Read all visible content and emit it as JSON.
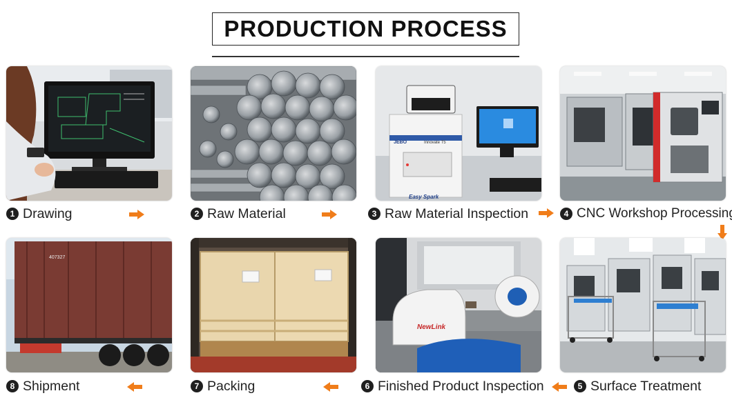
{
  "title": "PRODUCTION PROCESS",
  "accent_color": "#f07d1a",
  "steps": [
    {
      "number": "1",
      "label": "Drawing",
      "photo": "engineer-cad-workstation"
    },
    {
      "number": "2",
      "label": "Raw Material",
      "photo": "aluminum-bar-stock"
    },
    {
      "number": "3",
      "label": "Raw Material Inspection",
      "photo": "spectrometer-lab"
    },
    {
      "number": "4",
      "label": "CNC Workshop Processing",
      "photo": "cnc-machine-workshop"
    },
    {
      "number": "5",
      "label": "Surface Treatment",
      "photo": "automatic-lathe-line"
    },
    {
      "number": "6",
      "label": "Finished Product Inspection",
      "photo": "inspection-instrument"
    },
    {
      "number": "7",
      "label": "Packing",
      "photo": "wooden-crates-container"
    },
    {
      "number": "8",
      "label": "Shipment",
      "photo": "container-truck"
    }
  ],
  "photo_texts": {
    "lab_brand": "Innovate T5",
    "lab_model": "Easy Spark",
    "inspection_brand": "NewLink",
    "container_code": "407327"
  }
}
